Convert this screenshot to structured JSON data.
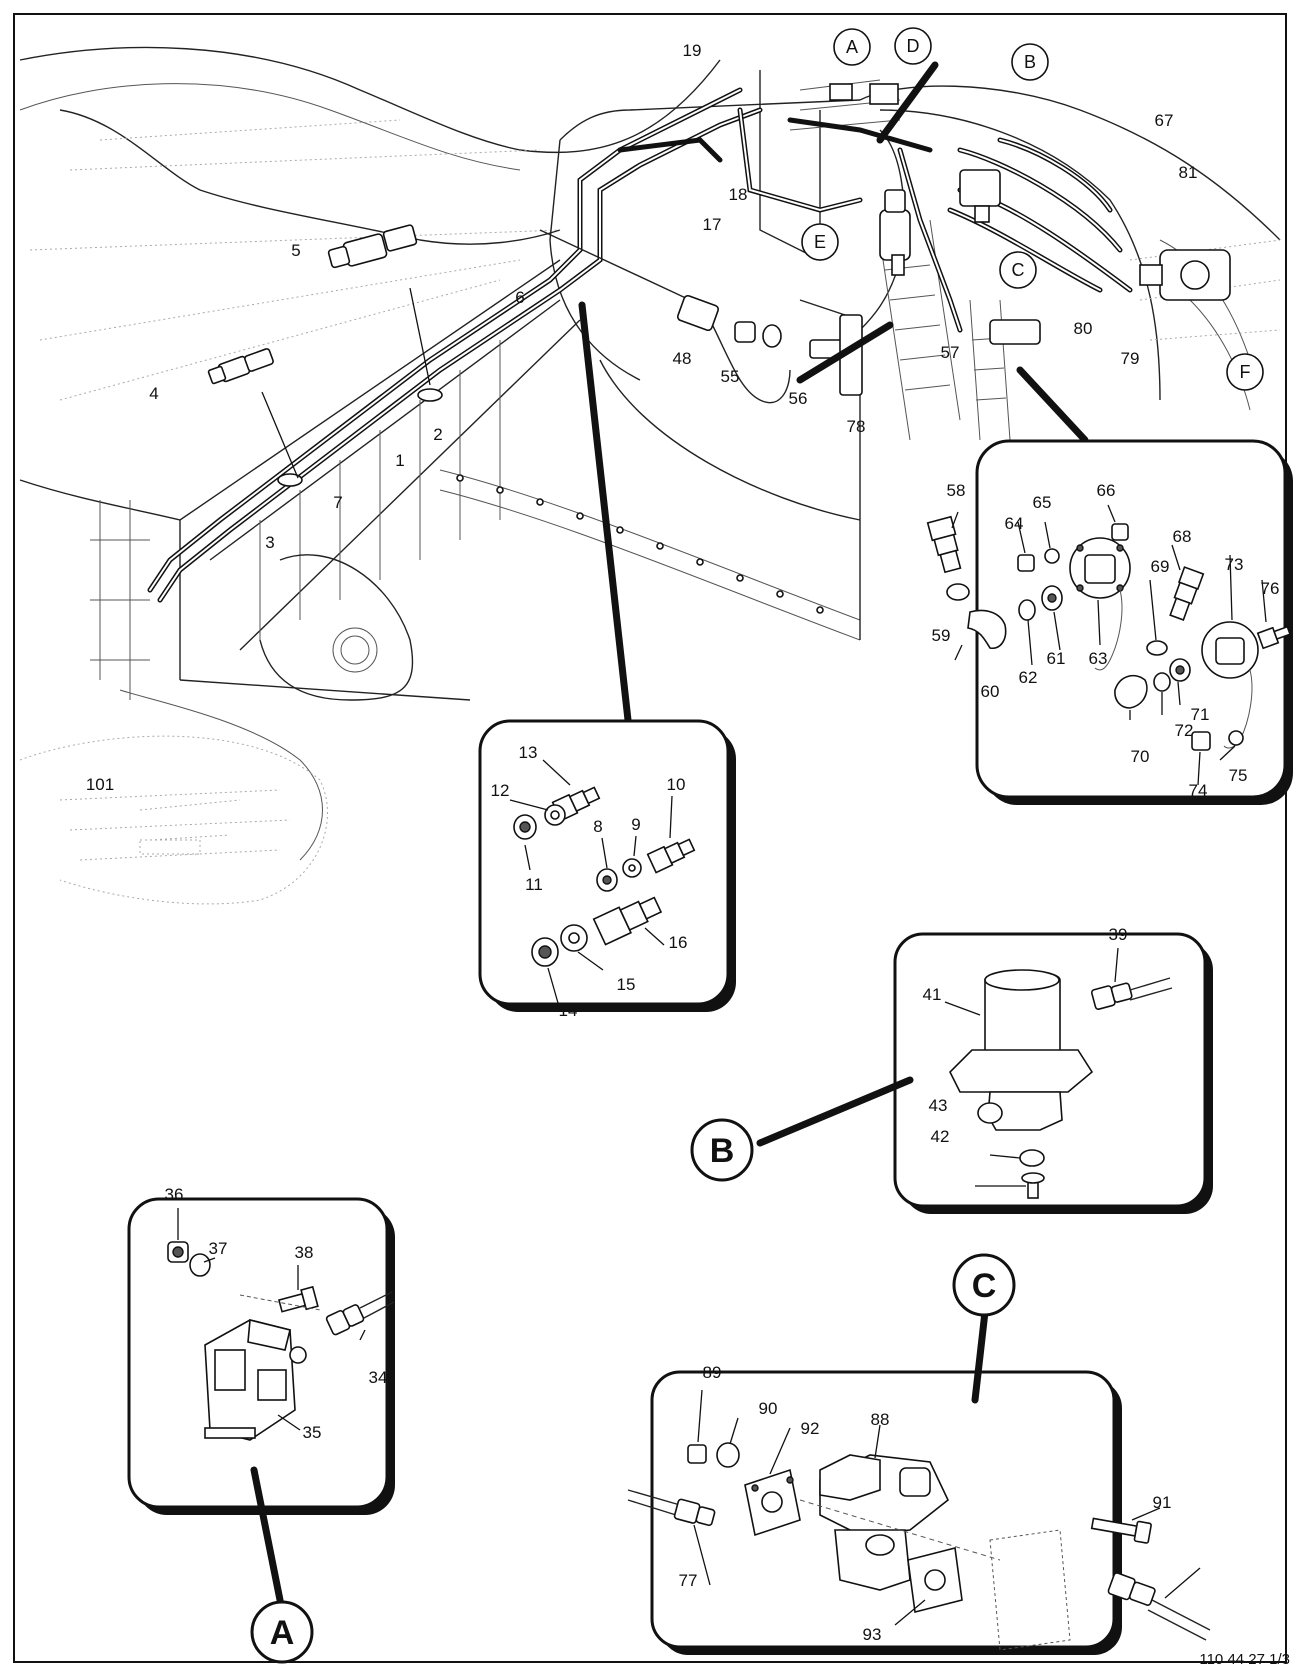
{
  "figure_code": "110 44 27 1/3",
  "detail_letters": [
    "A",
    "B",
    "C",
    "D",
    "E",
    "F"
  ],
  "part_numbers": [
    "1",
    "2",
    "3",
    "4",
    "5",
    "6",
    "7",
    "8",
    "9",
    "10",
    "11",
    "12",
    "13",
    "14",
    "15",
    "16",
    "17",
    "18",
    "19",
    "34",
    "35",
    "36",
    "37",
    "38",
    "39",
    "41",
    "42",
    "43",
    "48",
    "55",
    "56",
    "57",
    "58",
    "59",
    "60",
    "61",
    "62",
    "63",
    "64",
    "65",
    "66",
    "67",
    "68",
    "69",
    "70",
    "71",
    "72",
    "73",
    "74",
    "75",
    "76",
    "77",
    "78",
    "79",
    "80",
    "81",
    "88",
    "89",
    "90",
    "91",
    "92",
    "93",
    "101"
  ],
  "colors": {
    "ink": "#111111",
    "paper": "#ffffff",
    "faint": "#aaaaaa"
  }
}
